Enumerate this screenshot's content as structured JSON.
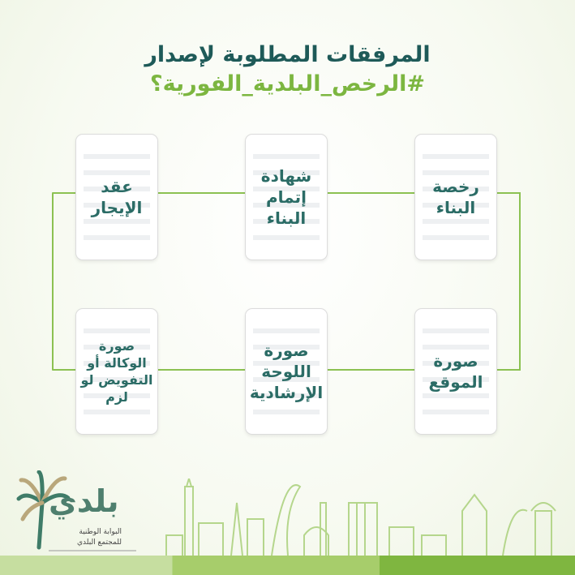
{
  "header": {
    "title": "المرفقات المطلوبة لإصدار",
    "hashtag": "#الرخص_البلدية_الفورية؟"
  },
  "documents": [
    {
      "label": "رخصة البناء"
    },
    {
      "label": "شهادة إتمام البناء"
    },
    {
      "label": "عقد الإيجار"
    },
    {
      "label": "صورة الموقع"
    },
    {
      "label": "صورة اللوحة الإرشادية"
    },
    {
      "label": "صورة الوكالة أو التفويض لو لزم"
    }
  ],
  "logo": {
    "name": "بلدي",
    "tagline_1": "البوابة الوطنية",
    "tagline_2": "للمجتمع البلدي"
  },
  "colors": {
    "title": "#1e5a58",
    "accent": "#7cb640",
    "card_text": "#2b6c66"
  }
}
